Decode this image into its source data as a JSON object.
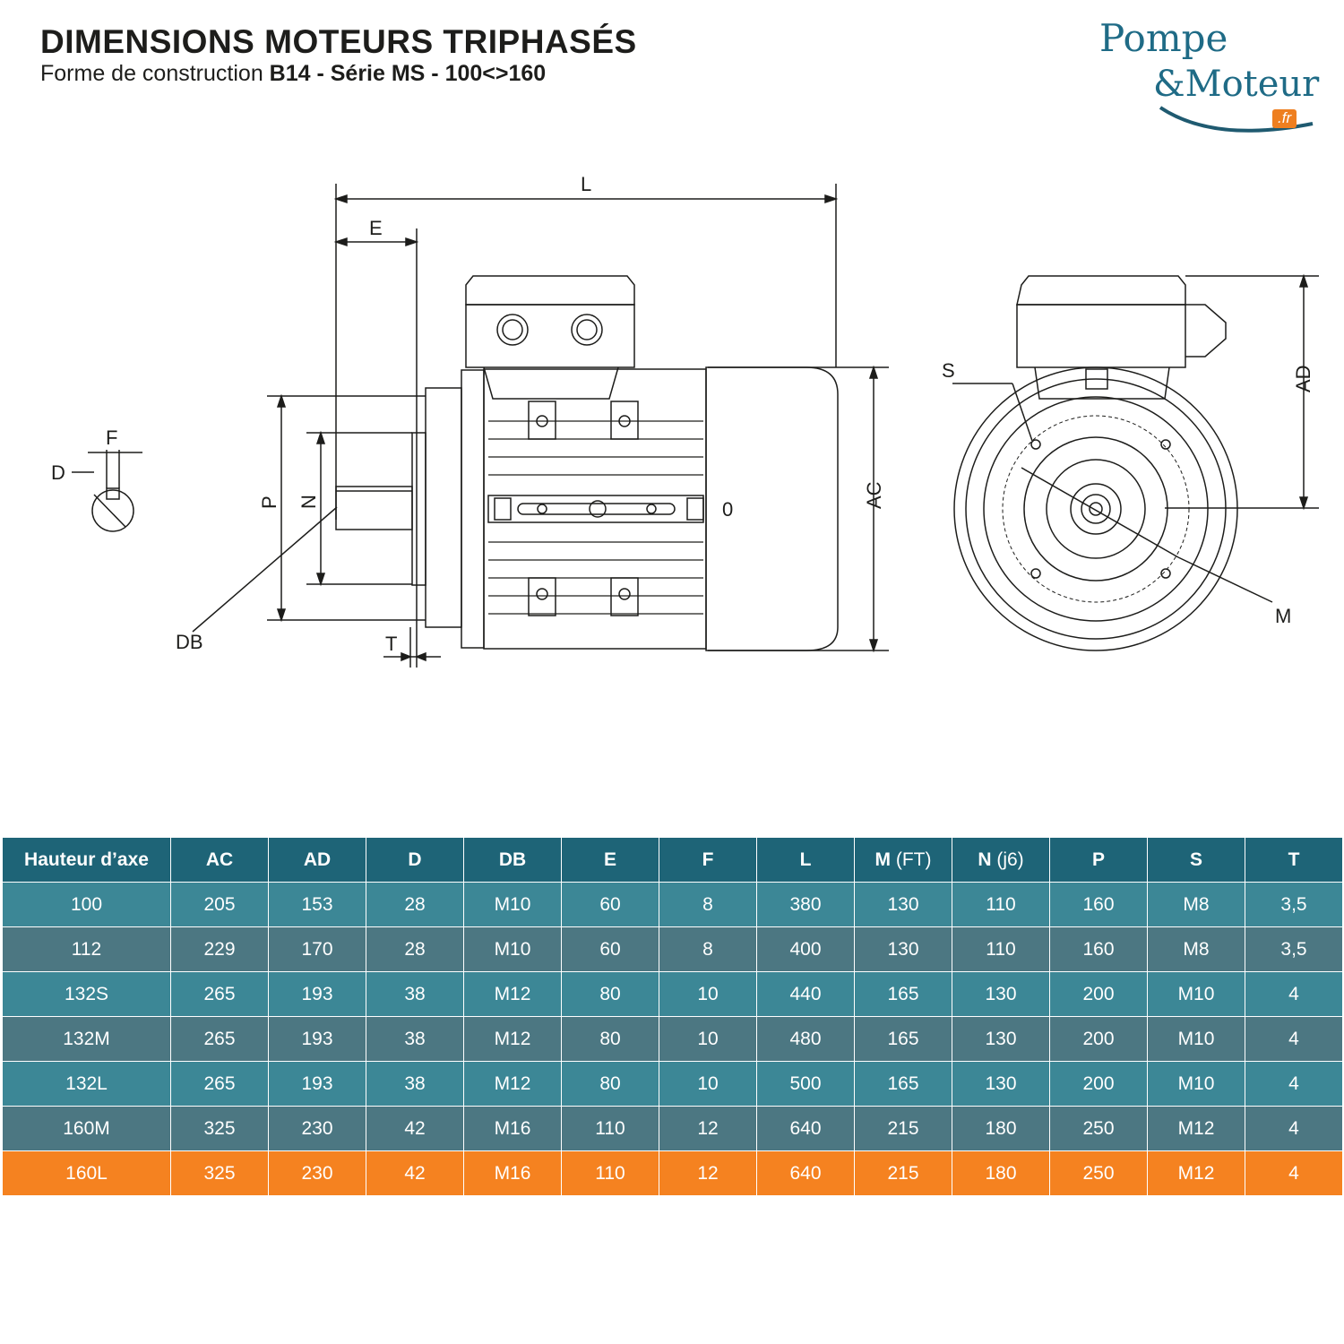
{
  "header": {
    "title": "DIMENSIONS MOTEURS TRIPHASÉS",
    "subtitle_prefix": "Forme de construction ",
    "subtitle_bold": "B14 - Série MS - 100<>160"
  },
  "logo": {
    "line1": "Pompe",
    "line2": "&Moteur",
    "suffix": ".fr",
    "color_primary": "#1f6b86",
    "color_accent": "#ee7f20"
  },
  "drawing_labels": {
    "L": "L",
    "E": "E",
    "P": "P",
    "N": "N",
    "DB": "DB",
    "T": "T",
    "AC": "AC",
    "O": "0",
    "F": "F",
    "D": "D",
    "S": "S",
    "AD": "AD",
    "M": "M"
  },
  "table": {
    "headers": [
      {
        "main": "Hauteur d’axe",
        "sub": ""
      },
      {
        "main": "AC",
        "sub": ""
      },
      {
        "main": "AD",
        "sub": ""
      },
      {
        "main": "D",
        "sub": ""
      },
      {
        "main": "DB",
        "sub": ""
      },
      {
        "main": "E",
        "sub": ""
      },
      {
        "main": "F",
        "sub": ""
      },
      {
        "main": "L",
        "sub": ""
      },
      {
        "main": "M",
        "sub": " (FT)"
      },
      {
        "main": "N",
        "sub": " (j6)"
      },
      {
        "main": "P",
        "sub": ""
      },
      {
        "main": "S",
        "sub": ""
      },
      {
        "main": "T",
        "sub": ""
      }
    ],
    "rows": [
      [
        "100",
        "205",
        "153",
        "28",
        "M10",
        "60",
        "8",
        "380",
        "130",
        "110",
        "160",
        "M8",
        "3,5"
      ],
      [
        "112",
        "229",
        "170",
        "28",
        "M10",
        "60",
        "8",
        "400",
        "130",
        "110",
        "160",
        "M8",
        "3,5"
      ],
      [
        "132S",
        "265",
        "193",
        "38",
        "M12",
        "80",
        "10",
        "440",
        "165",
        "130",
        "200",
        "M10",
        "4"
      ],
      [
        "132M",
        "265",
        "193",
        "38",
        "M12",
        "80",
        "10",
        "480",
        "165",
        "130",
        "200",
        "M10",
        "4"
      ],
      [
        "132L",
        "265",
        "193",
        "38",
        "M12",
        "80",
        "10",
        "500",
        "165",
        "130",
        "200",
        "M10",
        "4"
      ],
      [
        "160M",
        "325",
        "230",
        "42",
        "M16",
        "110",
        "12",
        "640",
        "215",
        "180",
        "250",
        "M12",
        "4"
      ],
      [
        "160L",
        "325",
        "230",
        "42",
        "M16",
        "110",
        "12",
        "640",
        "215",
        "180",
        "250",
        "M12",
        "4"
      ]
    ],
    "highlight_row": 6,
    "colors": {
      "header": "#1e6477",
      "odd": "#3c8796",
      "even": "#4c7782",
      "highlight": "#f58220"
    }
  }
}
